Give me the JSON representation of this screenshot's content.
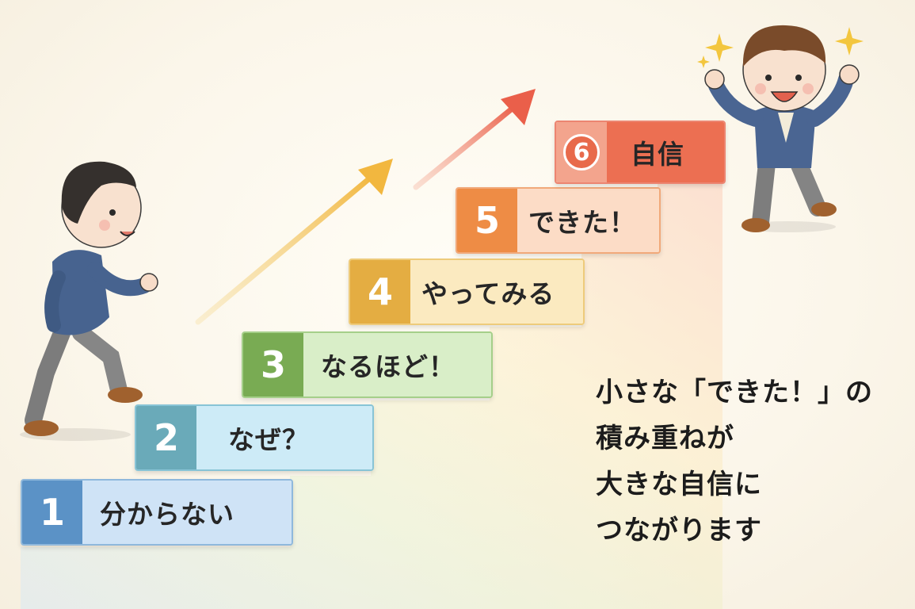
{
  "steps": [
    {
      "number": "1",
      "label": "分からない"
    },
    {
      "number": "2",
      "label": "なぜ？"
    },
    {
      "number": "3",
      "label": "なるほど！"
    },
    {
      "number": "4",
      "label": "やってみる"
    },
    {
      "number": "5",
      "label": "できた！"
    },
    {
      "number": "6",
      "label": "自信"
    }
  ],
  "caption": {
    "line1": "小さな「できた！」の",
    "line2": "積み重ねが",
    "line3": "大きな自信に",
    "line4": "つながります"
  },
  "colors": {
    "step1": "#5b92c6",
    "step2": "#6aaab9",
    "step3": "#79ab53",
    "step4": "#e4ad42",
    "step5": "#ee8c45",
    "step6": "#ec6f52",
    "arrow_yellow": "#f2be4e",
    "arrow_red": "#ec6a55"
  },
  "icons": [
    "arrow-up-right-icon",
    "sparkle-icon",
    "boy-climbing-illustration",
    "boy-cheering-illustration"
  ]
}
